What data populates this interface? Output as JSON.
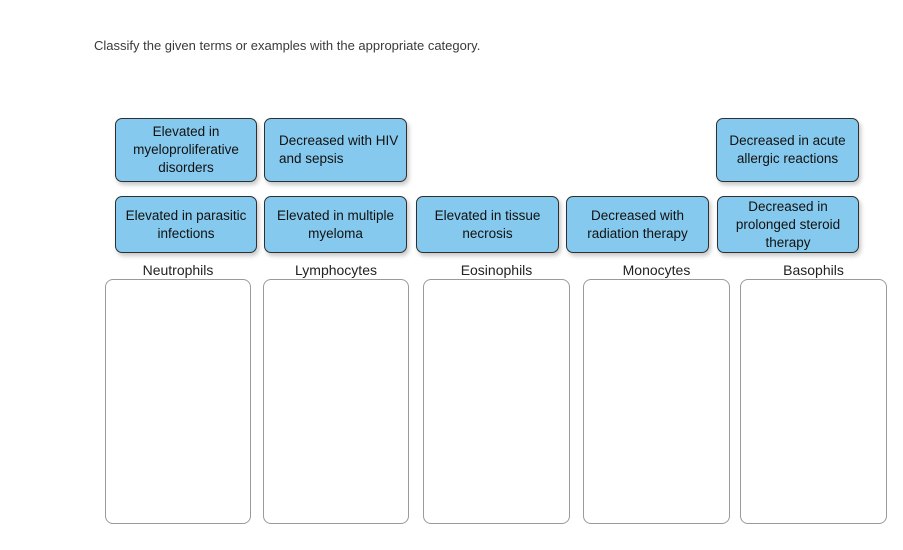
{
  "instruction": "Classify the given terms or examples with the appropriate category.",
  "colors": {
    "tile_fill": "#85caee",
    "tile_border": "#2f2f2f",
    "dropzone_border": "#9a9a9a",
    "page_background": "#ffffff",
    "text": "#222222"
  },
  "tiles": [
    {
      "id": "tile-elevated-myeloproliferative",
      "label": "Elevated in myeloproliferative disorders",
      "align": "center",
      "row": 1,
      "column": 1
    },
    {
      "id": "tile-decreased-hiv-sepsis",
      "label": "Decreased with HIV and sepsis",
      "align": "left",
      "row": 1,
      "column": 2
    },
    {
      "id": "tile-decreased-acute-allergic",
      "label": "Decreased in acute allergic reactions",
      "align": "center",
      "row": 1,
      "column": 5
    },
    {
      "id": "tile-elevated-parasitic",
      "label": "Elevated in parasitic infections",
      "align": "center",
      "row": 2,
      "column": 1
    },
    {
      "id": "tile-elevated-myeloma",
      "label": "Elevated in multiple myeloma",
      "align": "center",
      "row": 2,
      "column": 2
    },
    {
      "id": "tile-elevated-tissue-necrosis",
      "label": "Elevated in tissue necrosis",
      "align": "center",
      "row": 2,
      "column": 3
    },
    {
      "id": "tile-decreased-radiation",
      "label": "Decreased with radiation therapy",
      "align": "center",
      "row": 2,
      "column": 4
    },
    {
      "id": "tile-decreased-steroid",
      "label": "Decreased in prolonged steroid therapy",
      "align": "center",
      "row": 2,
      "column": 5
    }
  ],
  "categories": [
    {
      "id": "category-neutrophils",
      "label": "Neutrophils",
      "items": []
    },
    {
      "id": "category-lymphocytes",
      "label": "Lymphocytes",
      "items": []
    },
    {
      "id": "category-eosinophils",
      "label": "Eosinophils",
      "items": []
    },
    {
      "id": "category-monocytes",
      "label": "Monocytes",
      "items": []
    },
    {
      "id": "category-basophils",
      "label": "Basophils",
      "items": []
    }
  ]
}
